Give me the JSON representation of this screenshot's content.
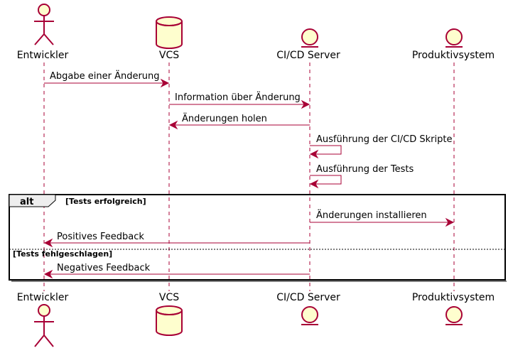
{
  "participants": [
    {
      "id": "entwickler",
      "label": "Entwickler",
      "kind": "actor"
    },
    {
      "id": "vcs",
      "label": "VCS",
      "kind": "database"
    },
    {
      "id": "cicd",
      "label": "CI/CD Server",
      "kind": "entity"
    },
    {
      "id": "prod",
      "label": "Produktivsystem",
      "kind": "entity"
    }
  ],
  "messages": [
    {
      "from": "entwickler",
      "to": "vcs",
      "label": "Abgabe einer Änderung"
    },
    {
      "from": "vcs",
      "to": "cicd",
      "label": "Information über Änderung"
    },
    {
      "from": "cicd",
      "to": "vcs",
      "label": "Änderungen holen"
    },
    {
      "from": "cicd",
      "to": "cicd",
      "label": "Ausführung der CI/CD Skripte"
    },
    {
      "from": "cicd",
      "to": "cicd",
      "label": "Ausführung der Tests"
    },
    {
      "from": "cicd",
      "to": "prod",
      "label": "Änderungen installieren"
    },
    {
      "from": "cicd",
      "to": "entwickler",
      "label": "Positives Feedback"
    },
    {
      "from": "cicd",
      "to": "entwickler",
      "label": "Negatives Feedback"
    }
  ],
  "alt": {
    "keyword": "alt",
    "condition_1": "[Tests erfolgreich]",
    "condition_2": "[Tests fehlgeschlagen]"
  },
  "colors": {
    "line": "#A80036",
    "fill": "#FEFECE"
  }
}
